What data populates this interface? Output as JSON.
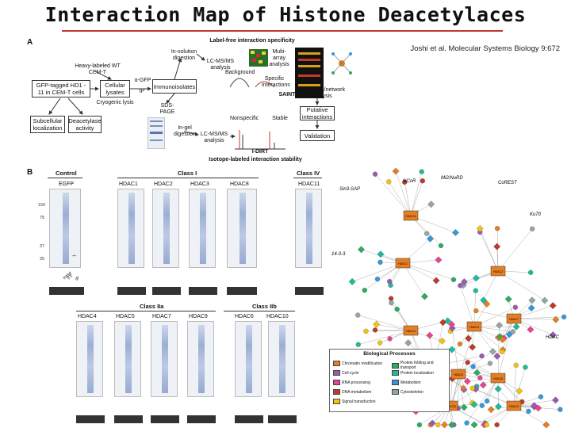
{
  "slide": {
    "title": "Interaction Map of Histone Deacetylaces",
    "citation": "Joshi et al. Molecular Systems Biology 9:672"
  },
  "panel_a": {
    "letter": "A",
    "heading_top": "Label-free interaction specificity",
    "heading_bottom": "Isotope-labeled interaction stability",
    "heavy": "Heavy-labeled WT CEM-T",
    "gfp_cells": "GFP-tagged HD1 - 11 in CEM-T cells",
    "cellular_lysates": "Cellular lysates",
    "cryogenic": "Cryogenic lysis",
    "alpha_gfp": "α-GFP",
    "ip": "IP",
    "subcellular": "Subcellular localization",
    "deacetylase": "Deacetylase activity",
    "in_solution": "In-solution digestion",
    "immunoisolates": "Immunoisolates",
    "sds_page": "SDS-PAGE",
    "in_gel": "In-gel digestion",
    "lcms1": "LC-MS/MS analysis",
    "lcms2": "LC-MS/MS analysis",
    "multi_array": "Multi-array analysis",
    "background": "Background",
    "specific": "Specific interactions",
    "saint": "SAINT",
    "clustering": "Clustering/network analysis",
    "putative": "Putative interactions",
    "validation": "Validation",
    "nonspecific": "Nonspecific",
    "stable": "Stable",
    "idirt": "I-DIRT"
  },
  "panel_b": {
    "letter": "B",
    "class_labels": [
      "Control",
      "Class I",
      "Class IV",
      "Class IIa",
      "Class IIb"
    ],
    "blots_row1": [
      "EGFP",
      "HDAC1",
      "HDAC2",
      "HDAC3",
      "HDAC8",
      "HDAC11"
    ],
    "blots_row2": [
      "HDAC4",
      "HDAC5",
      "HDAC7",
      "HDAC9",
      "HDAC6",
      "HDAC10"
    ],
    "mw_markers": [
      "150",
      "75",
      "37",
      "25"
    ],
    "lane_labels": [
      "Input",
      "FT",
      "IP"
    ]
  },
  "network": {
    "cluster_labels": [
      "Sin3-SAP",
      "NCoR",
      "Mi2/NuRD",
      "CoREST",
      "Ku70",
      "14-3-3",
      "HDAC"
    ],
    "hub_labels": [
      "HDAC1",
      "HDAC2",
      "HDAC3",
      "HDAC4",
      "HDAC5",
      "HDAC6",
      "HDAC7",
      "HDAC8",
      "HDAC9",
      "HDAC10",
      "HDAC11"
    ],
    "legend_title": "Biological Processes",
    "legend_items": [
      {
        "label": "Chromatin modification",
        "color": "#e67e22"
      },
      {
        "label": "Protein folding and transport",
        "color": "#27ae60"
      },
      {
        "label": "Cell cycle",
        "color": "#9b59b6"
      },
      {
        "label": "Protein localization",
        "color": "#1abc9c"
      },
      {
        "label": "RNA processing",
        "color": "#e84393"
      },
      {
        "label": "Metabolism",
        "color": "#3498db"
      },
      {
        "label": "DNA metabolism",
        "color": "#c0392b"
      },
      {
        "label": "Cytoskeleton",
        "color": "#95a5a6"
      },
      {
        "label": "Signal transduction",
        "color": "#f1c40f"
      }
    ]
  }
}
